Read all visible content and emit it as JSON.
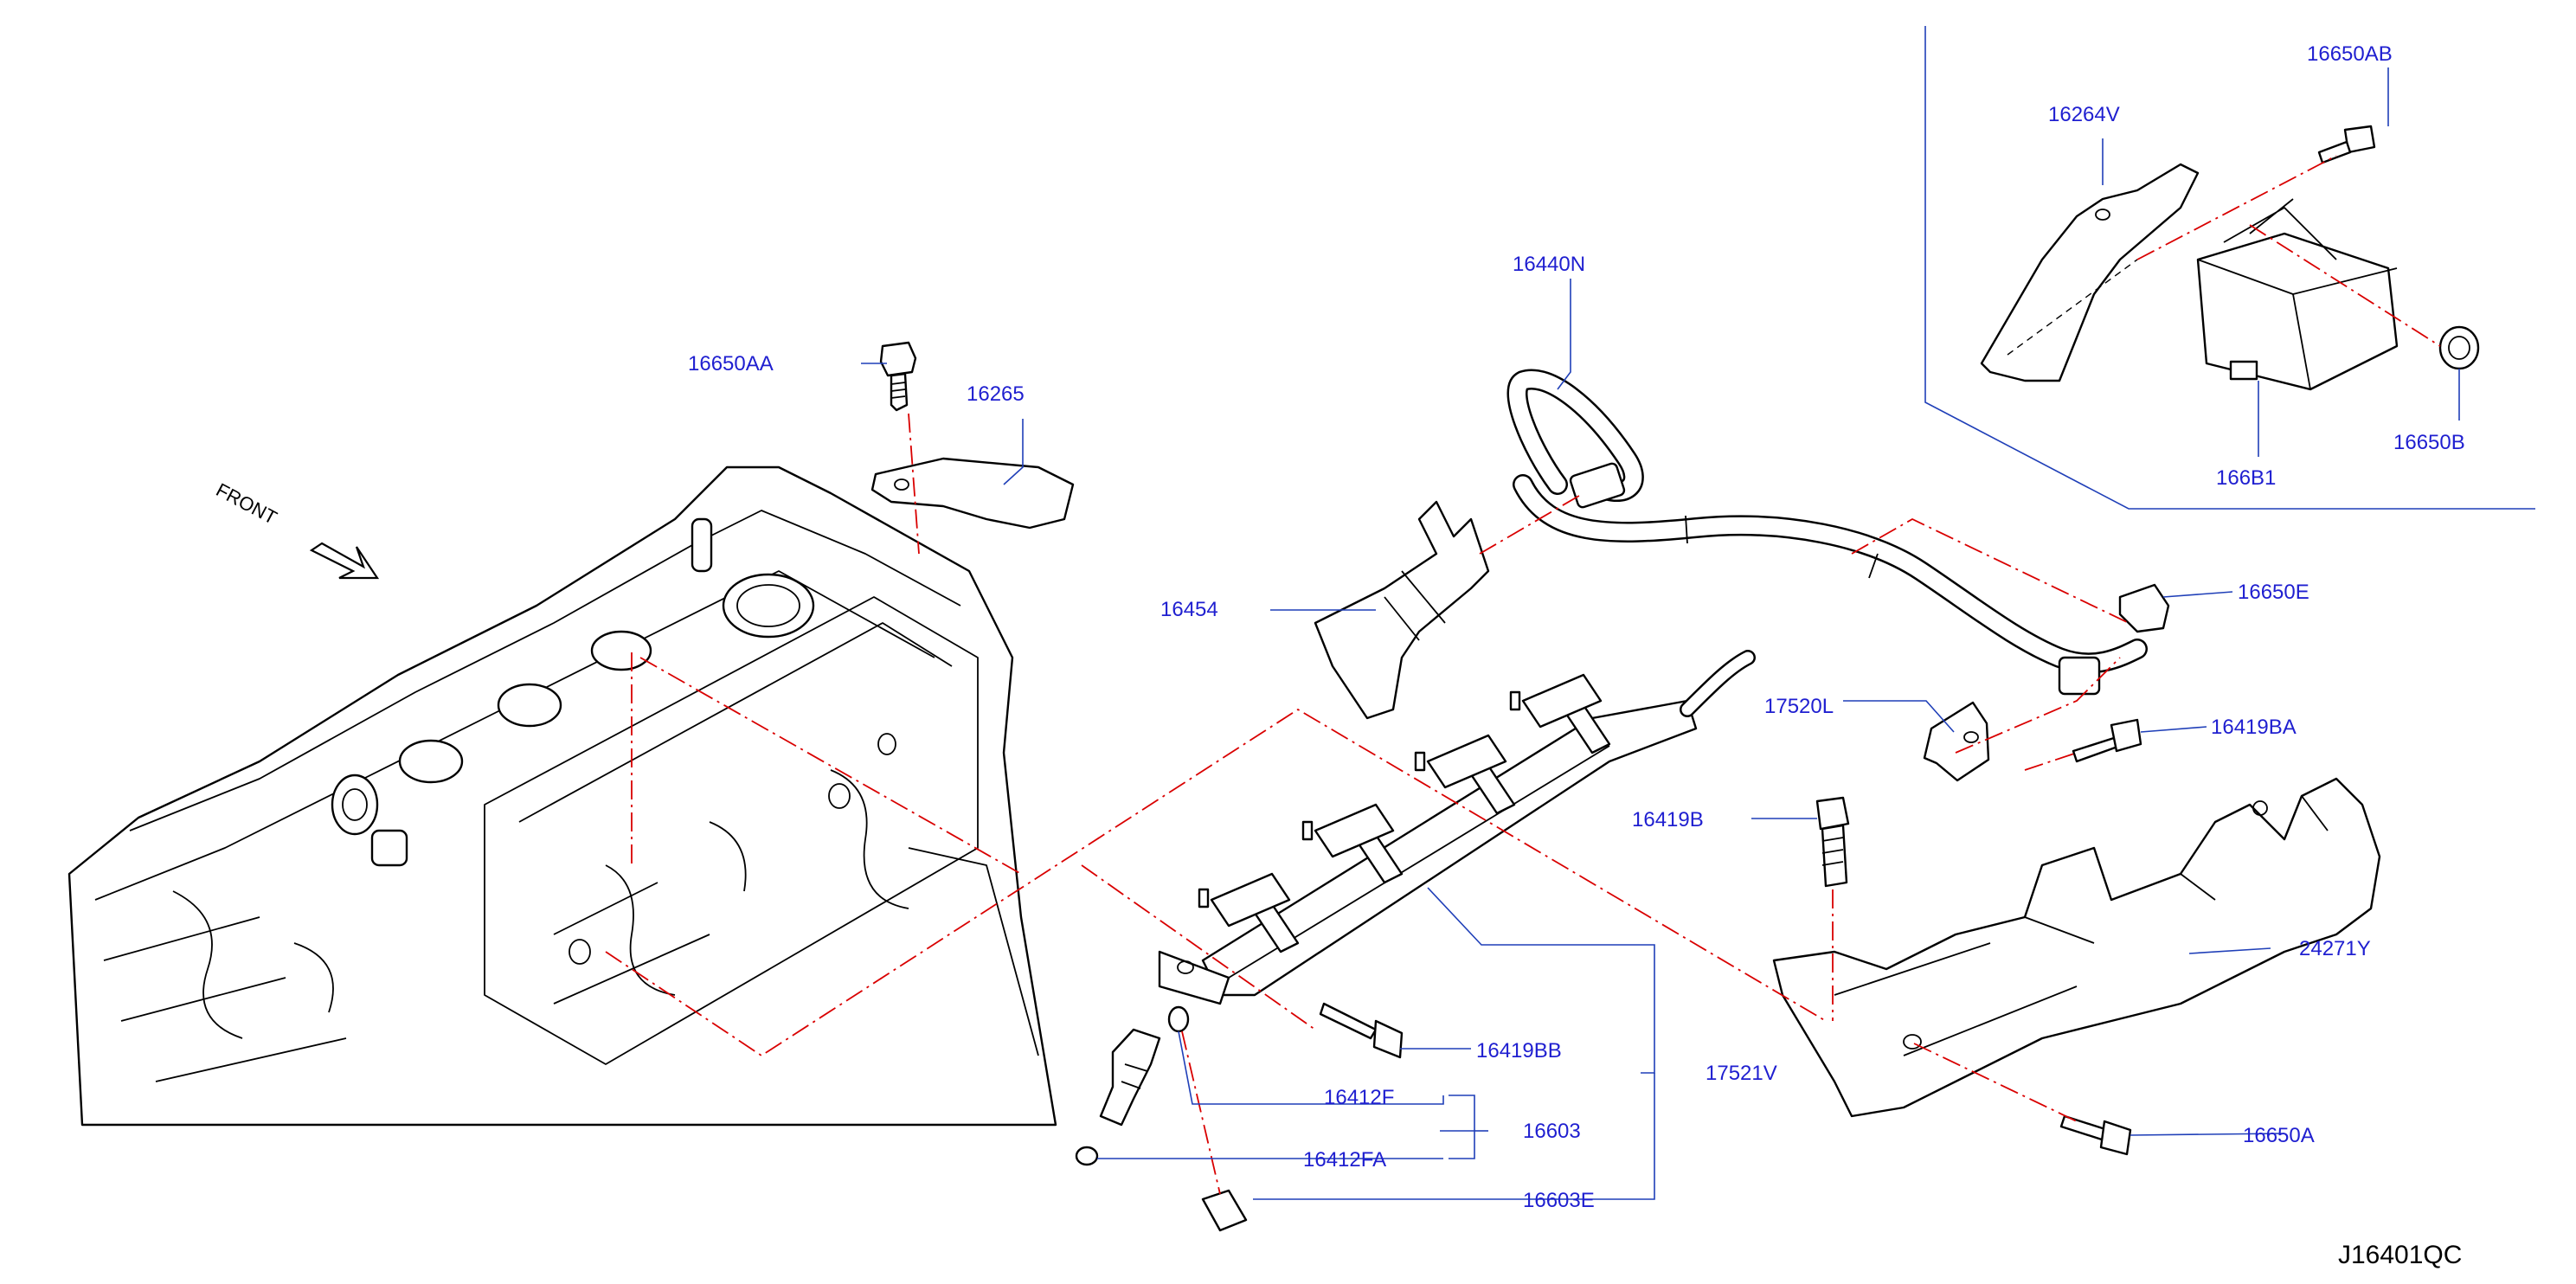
{
  "labels": {
    "p16650AA": "16650AA",
    "p16265": "16265",
    "p16440N": "16440N",
    "p16454": "16454",
    "p16264V": "16264V",
    "p16650AB": "16650AB",
    "p16650B": "16650B",
    "p166B1": "166B1",
    "p16650E": "16650E",
    "p17520L": "17520L",
    "p16419BA": "16419BA",
    "p16419B": "16419B",
    "p24271Y": "24271Y",
    "p16419BB": "16419BB",
    "p17521V": "17521V",
    "p16412F": "16412F",
    "p16603": "16603",
    "p16412FA": "16412FA",
    "p16603E": "16603E",
    "p16650A": "16650A"
  },
  "front_label": "FRONT",
  "diagram_code": "J16401QC",
  "colors": {
    "label_text": "#1f1fd0",
    "leader_line": "#1f3fb8",
    "centerline": "#d90000",
    "part_outline": "#000000"
  }
}
